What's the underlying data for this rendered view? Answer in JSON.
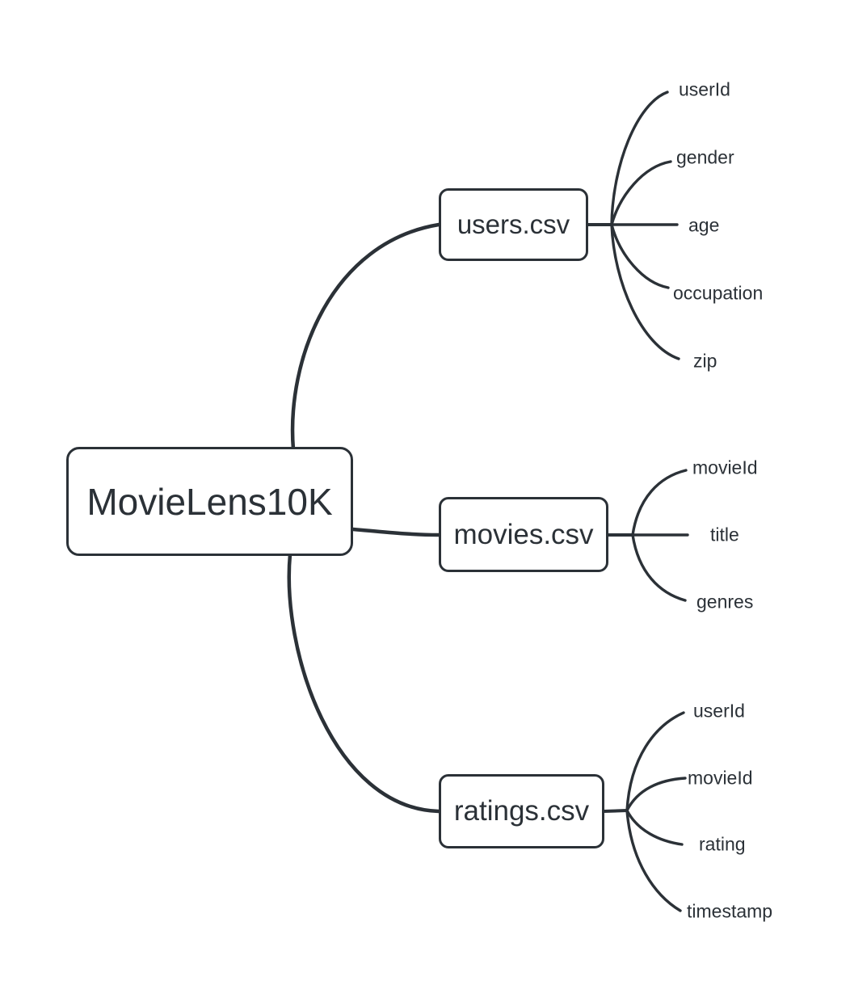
{
  "page": {
    "background_color": "#ffffff"
  },
  "diagram": {
    "type": "mindmap",
    "ink_color": "#2b3137",
    "root": {
      "label": "MovieLens10K"
    },
    "branches": [
      {
        "label": "users.csv",
        "leaves": [
          "userId",
          "gender",
          "age",
          "occupation",
          "zip"
        ]
      },
      {
        "label": "movies.csv",
        "leaves": [
          "movieId",
          "title",
          "genres"
        ]
      },
      {
        "label": "ratings.csv",
        "leaves": [
          "userId",
          "movieId",
          "rating",
          "timestamp"
        ]
      }
    ]
  }
}
